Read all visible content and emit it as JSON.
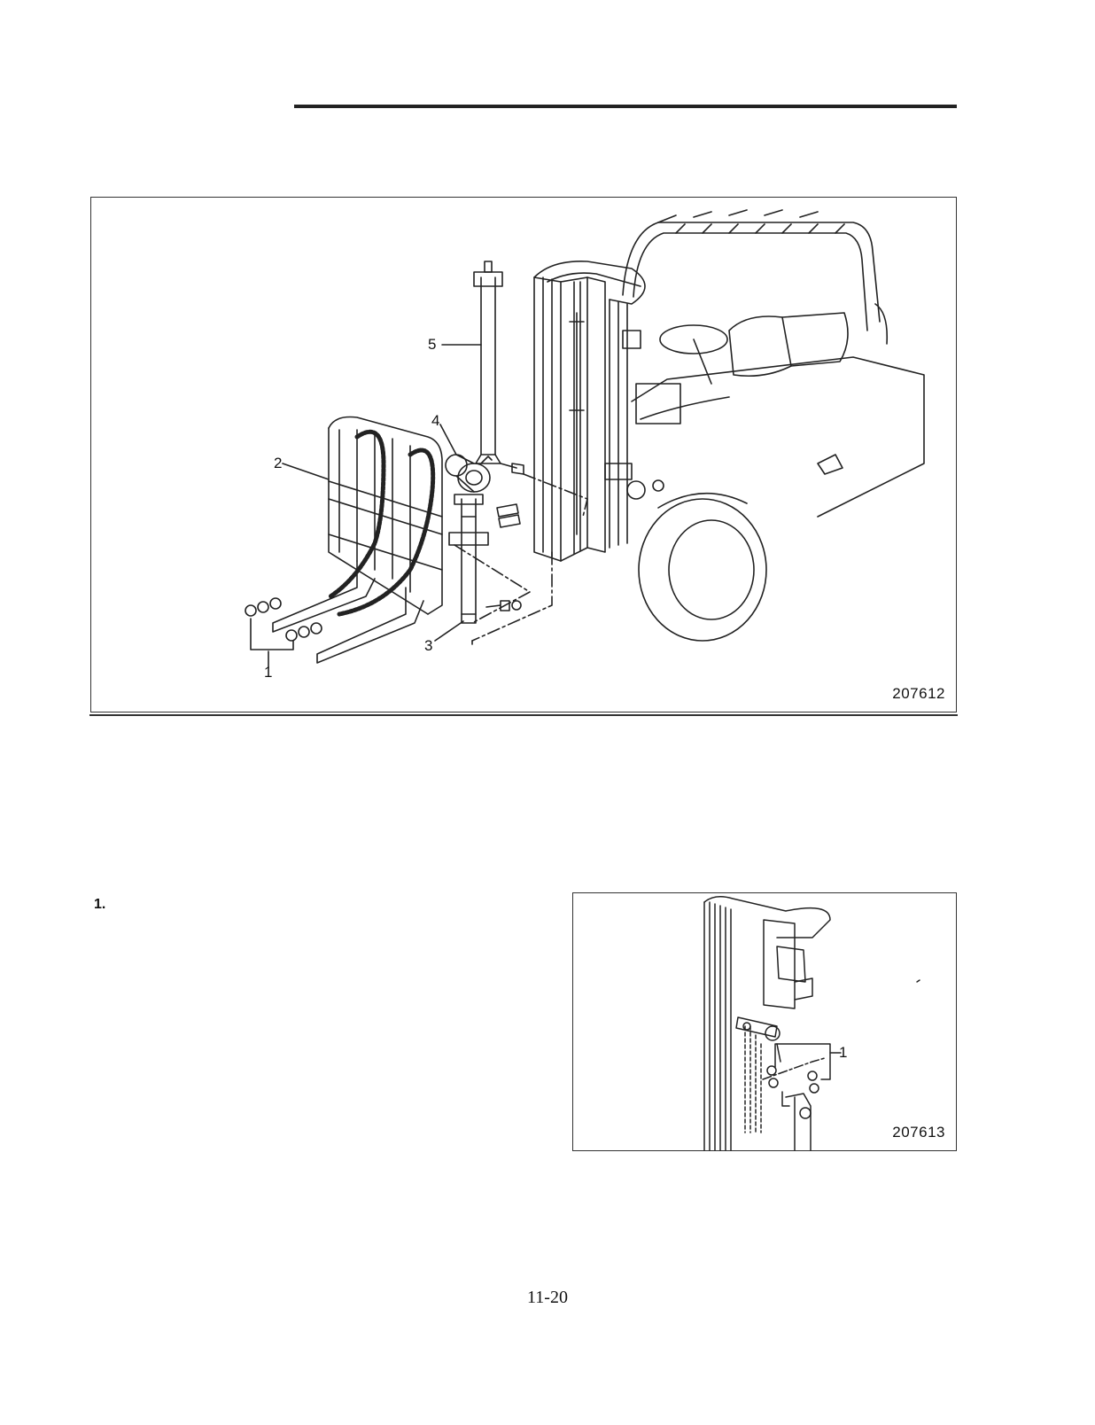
{
  "figures": [
    {
      "figure_number": "207612",
      "callouts": [
        "1",
        "2",
        "3",
        "4",
        "5"
      ]
    },
    {
      "figure_number": "207613",
      "callouts": [
        "1"
      ]
    }
  ],
  "step": {
    "number": "1."
  },
  "footer": {
    "page_number": "11-20"
  }
}
